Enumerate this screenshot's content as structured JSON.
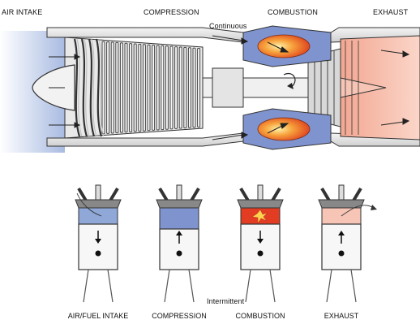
{
  "turbine": {
    "stages": [
      "AIR INTAKE",
      "COMPRESSION",
      "COMBUSTION",
      "EXHAUST"
    ],
    "flow_label": "Continuous"
  },
  "piston": {
    "stages": [
      "AIR/FUEL INTAKE",
      "COMPRESSION",
      "COMBUSTION",
      "EXHAUST"
    ],
    "flow_label": "Intermittent"
  },
  "colors": {
    "intake_blue": "#8fa8d8",
    "compression_blue": "#7f93cf",
    "combustion_red": "#e23c22",
    "combustion_orange": "#f39a4a",
    "exhaust_pink": "#f7c5b5",
    "line": "#222222",
    "casing_gray": "#dcdcdc"
  }
}
